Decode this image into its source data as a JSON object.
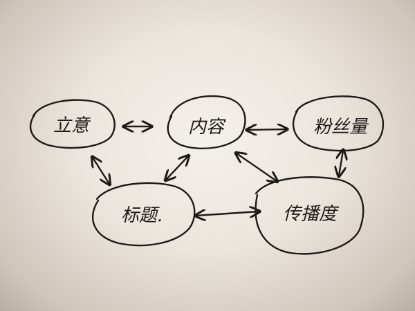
{
  "diagram": {
    "nodes": [
      {
        "id": "liyi",
        "label": "立意"
      },
      {
        "id": "neirong",
        "label": "内容"
      },
      {
        "id": "fensiliang",
        "label": "粉丝量"
      },
      {
        "id": "biaoti",
        "label": "标题."
      },
      {
        "id": "chuanbodu",
        "label": "传播度"
      }
    ],
    "edges": [
      {
        "from": "liyi",
        "to": "neirong",
        "direction": "both"
      },
      {
        "from": "neirong",
        "to": "fensiliang",
        "direction": "both"
      },
      {
        "from": "liyi",
        "to": "biaoti",
        "direction": "both"
      },
      {
        "from": "neirong",
        "to": "biaoti",
        "direction": "both"
      },
      {
        "from": "neirong",
        "to": "chuanbodu",
        "direction": "both"
      },
      {
        "from": "fensiliang",
        "to": "chuanbodu",
        "direction": "both"
      },
      {
        "from": "biaoti",
        "to": "chuanbodu",
        "direction": "both"
      }
    ],
    "ink_color": "#1e1a17",
    "paper_color": "#f4f0ea"
  }
}
